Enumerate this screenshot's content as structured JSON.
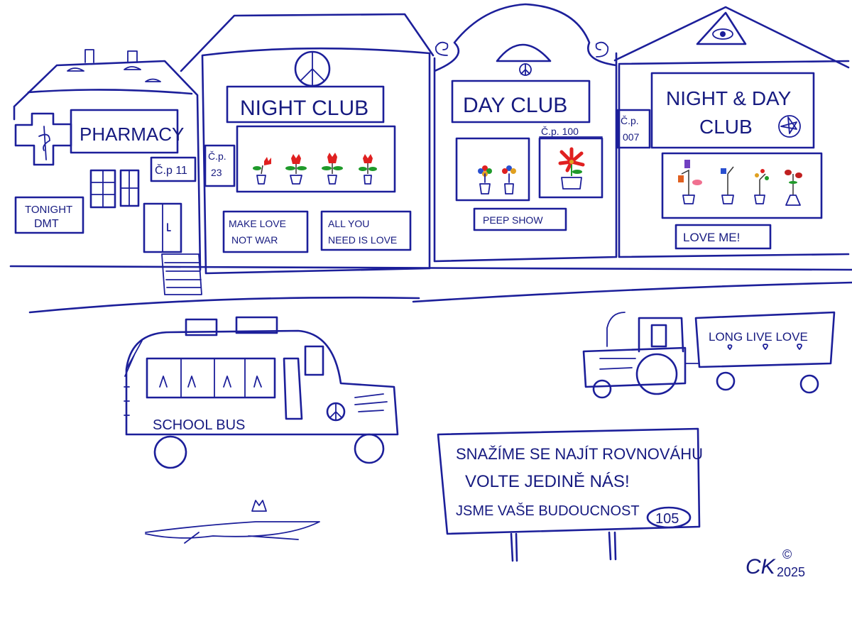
{
  "colors": {
    "ink": "#1c1f9a",
    "flower_red": "#e02020",
    "leaf_green": "#1f9a2a",
    "background": "#ffffff"
  },
  "buildings": {
    "pharmacy": {
      "sign": "PHARMACY",
      "house_number": "Č.p 11",
      "board": [
        "TONIGHT",
        "DMT"
      ]
    },
    "night_club": {
      "sign": "NIGHT CLUB",
      "house_number": [
        "Č.p.",
        "23"
      ],
      "board_left": [
        "MAKE LOVE",
        "NOT WAR"
      ],
      "board_right": [
        "ALL YOU",
        "NEED IS LOVE"
      ]
    },
    "day_club": {
      "sign": "DAY CLUB",
      "house_number": "Č.p. 100",
      "board": "PEEP SHOW"
    },
    "night_day_club": {
      "sign_line1": "NIGHT & DAY",
      "sign_line2": "CLUB",
      "house_number": [
        "Č.p.",
        "007"
      ],
      "board": "LOVE ME!"
    }
  },
  "vehicles": {
    "bus_label": "SCHOOL BUS",
    "trailer_label": "LONG LIVE LOVE"
  },
  "billboard": {
    "lines": [
      "SNAŽÍME SE NAJÍT ROVNOVÁHU",
      "VOLTE JEDINĚ NÁS!",
      "JSME VAŠE BUDOUCNOST"
    ],
    "badge": "105"
  },
  "signature": {
    "initials": "CK",
    "copyright": "©",
    "year": "2025"
  }
}
